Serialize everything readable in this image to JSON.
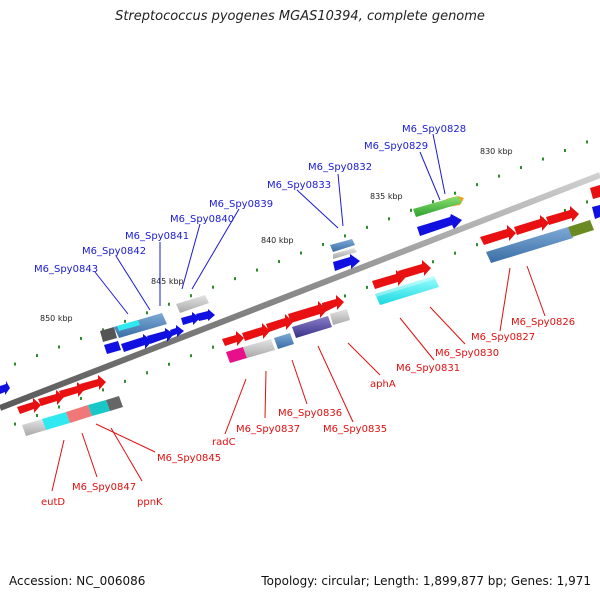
{
  "title": "Streptococcus pyogenes MGAS10394, complete genome",
  "footer": {
    "accession": "Accession: NC_006086",
    "summary": "Topology: circular; Length: 1,899,877 bp; Genes: 1,971"
  },
  "scale_labels": [
    {
      "text": "830 kbp"
    },
    {
      "text": "835 kbp"
    },
    {
      "text": "840 kbp"
    },
    {
      "text": "845 kbp"
    },
    {
      "text": "850 kbp"
    }
  ],
  "upper_gene_labels": [
    {
      "text": "M6_Spy0828"
    },
    {
      "text": "M6_Spy0829"
    },
    {
      "text": "M6_Spy0832"
    },
    {
      "text": "M6_Spy0833"
    },
    {
      "text": "M6_Spy0839"
    },
    {
      "text": "M6_Spy0840"
    },
    {
      "text": "M6_Spy0841"
    },
    {
      "text": "M6_Spy0842"
    },
    {
      "text": "M6_Spy0843"
    }
  ],
  "lower_gene_labels": [
    {
      "text": "M6_Spy0826"
    },
    {
      "text": "M6_Spy0827"
    },
    {
      "text": "M6_Spy0830"
    },
    {
      "text": "M6_Spy0831"
    },
    {
      "text": "aphA"
    },
    {
      "text": "M6_Spy0835"
    },
    {
      "text": "M6_Spy0836"
    },
    {
      "text": "M6_Spy0837"
    },
    {
      "text": "radC"
    },
    {
      "text": "M6_Spy0845"
    },
    {
      "text": "ppnK"
    },
    {
      "text": "M6_Spy0847"
    },
    {
      "text": "eutD"
    }
  ],
  "colors": {
    "upper_label": "#1a1ad6",
    "lower_label": "#e01010",
    "backbone": "#888888",
    "tick": "#2e8b2e",
    "forward_gene": "#1010e0",
    "reverse_gene": "#e81010"
  }
}
